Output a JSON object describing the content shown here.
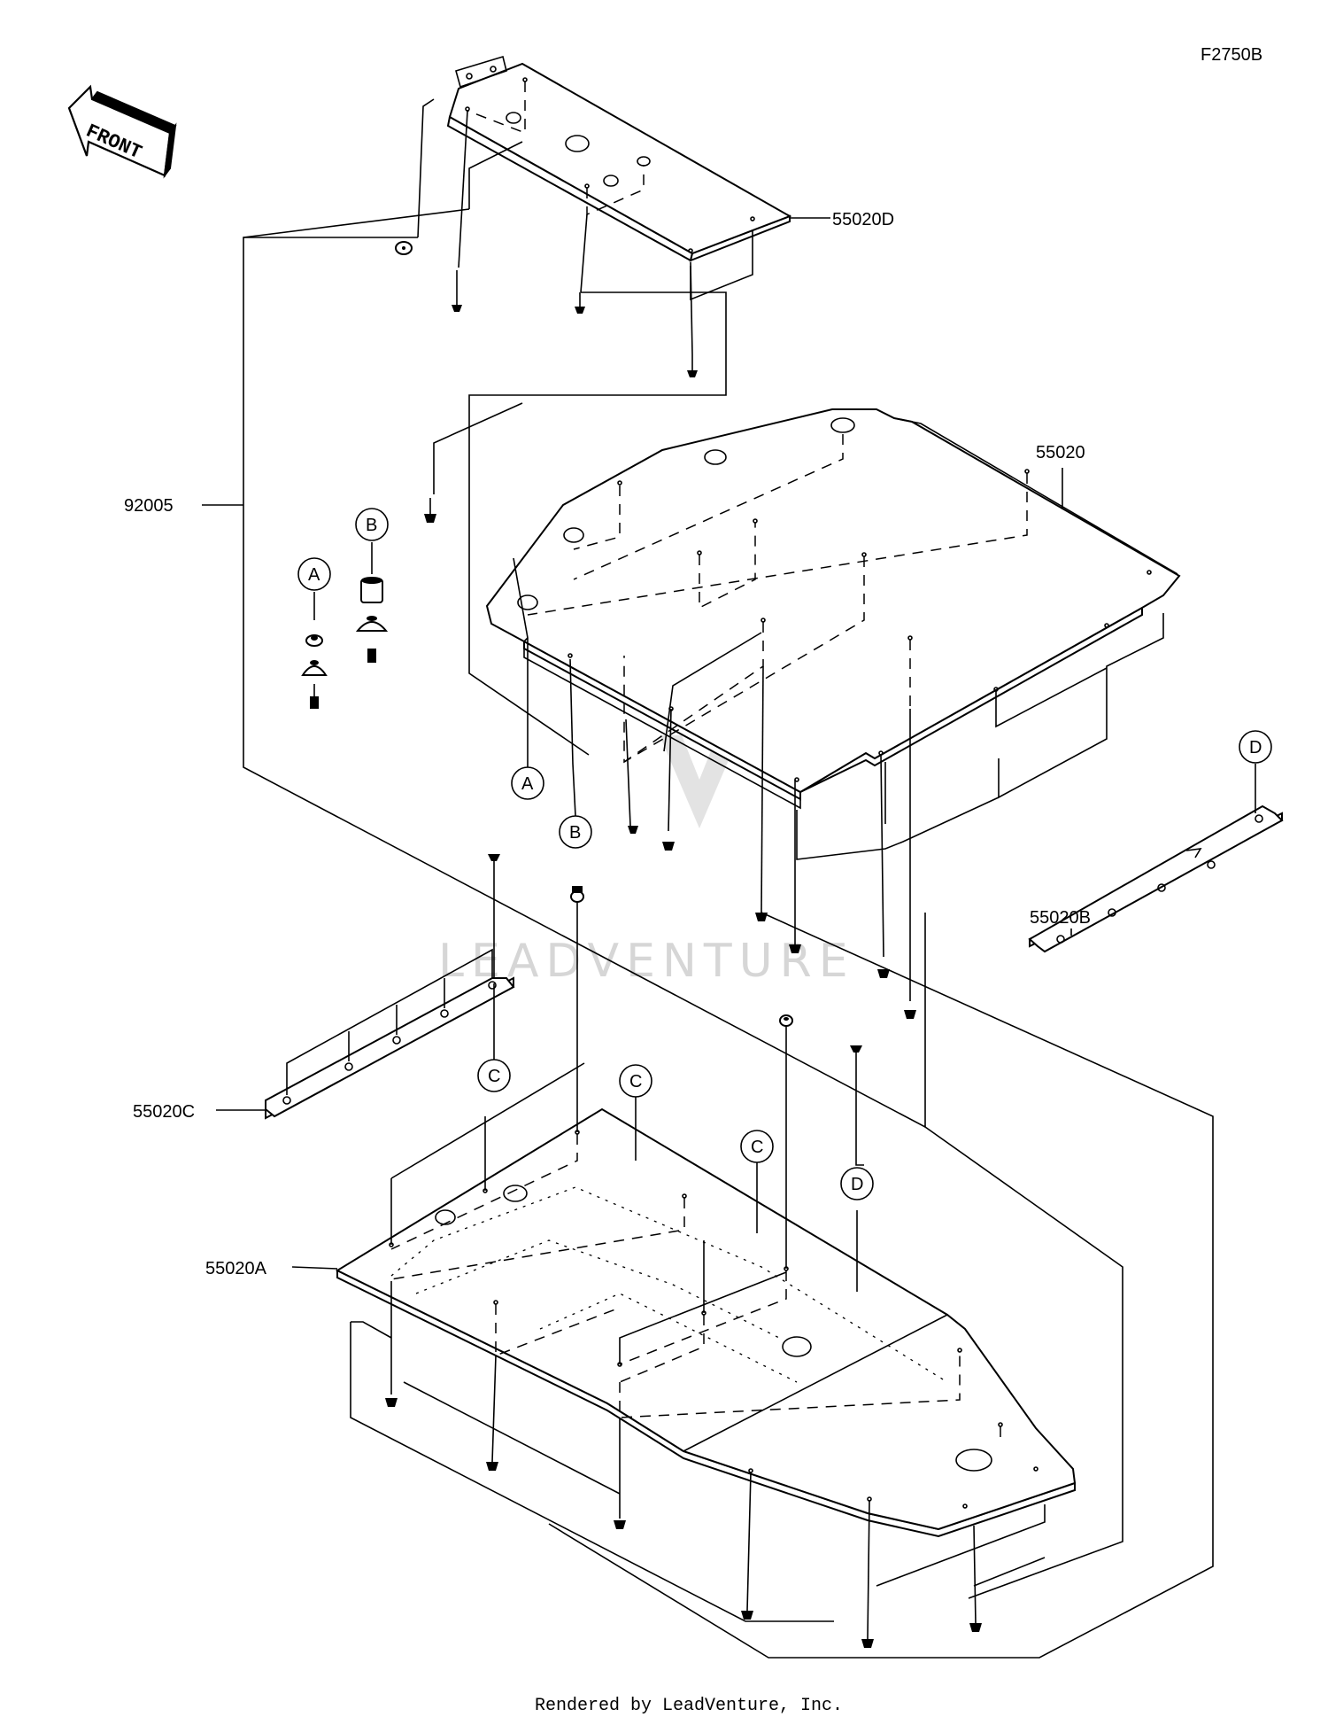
{
  "diagram": {
    "code": "F2750B",
    "front_label": "FRONT",
    "watermark": "LEADVENTURE",
    "footer": "Rendered by LeadVenture, Inc.",
    "parts": {
      "p55020D": "55020D",
      "p55020": "55020",
      "p92005": "92005",
      "p55020B": "55020B",
      "p55020C": "55020C",
      "p55020A": "55020A"
    },
    "callouts": {
      "a": "A",
      "b": "B",
      "c": "C",
      "d": "D"
    }
  }
}
